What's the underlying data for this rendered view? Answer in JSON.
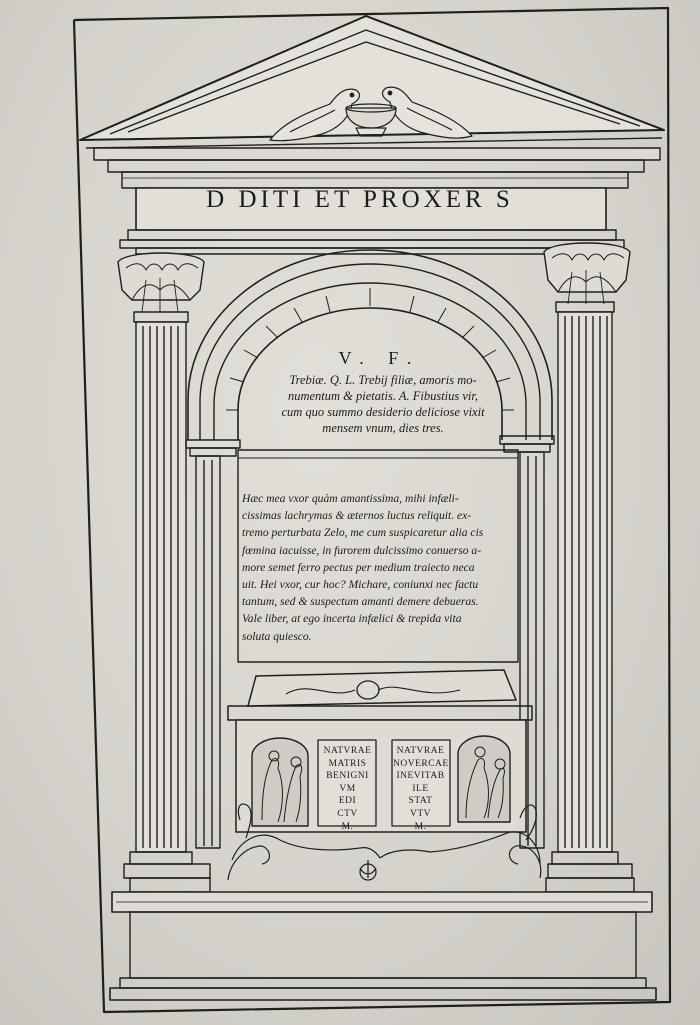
{
  "frieze_inscription": "D DITI ET PROXER S",
  "upper_inscription": {
    "heading": "V. F.",
    "lines": [
      "Trebiæ. Q. L. Trebij filiæ, amoris mo-",
      "numentum & pietatis. A. Fibustius vir,",
      "cum quo summo desiderio deliciose vixit",
      "mensem vnum, dies tres."
    ]
  },
  "epitaph": {
    "lines": [
      "Hæc mea vxor quàm amantissima, mihi infæli-",
      "cissimas lachrymas & æternos luctus reliquit. ex-",
      "tremo perturbata Zelo, me cum suspicaretur alia cis",
      "fœmina iacuisse, in furorem dulcissimo conuerso a-",
      "more semet ferro pectus per medium traiecto neca",
      "uit. Hei vxor, cur hoc? Michare, coniunxi nec factu",
      "tantum, sed & suspectum amanti demere debueras.",
      "Vale liber, at ego incerta infælici & trepida vita",
      "soluta quiesco."
    ]
  },
  "tablet_left": {
    "lines": [
      "NATVRAE",
      "MATRIS",
      "BENIGNI",
      "VM",
      "EDI",
      "CTV",
      "M."
    ]
  },
  "tablet_right": {
    "lines": [
      "NATVRAE",
      "NOVERCAE",
      "INEVITAB",
      "ILE",
      "STAT",
      "VTV",
      "M."
    ]
  }
}
